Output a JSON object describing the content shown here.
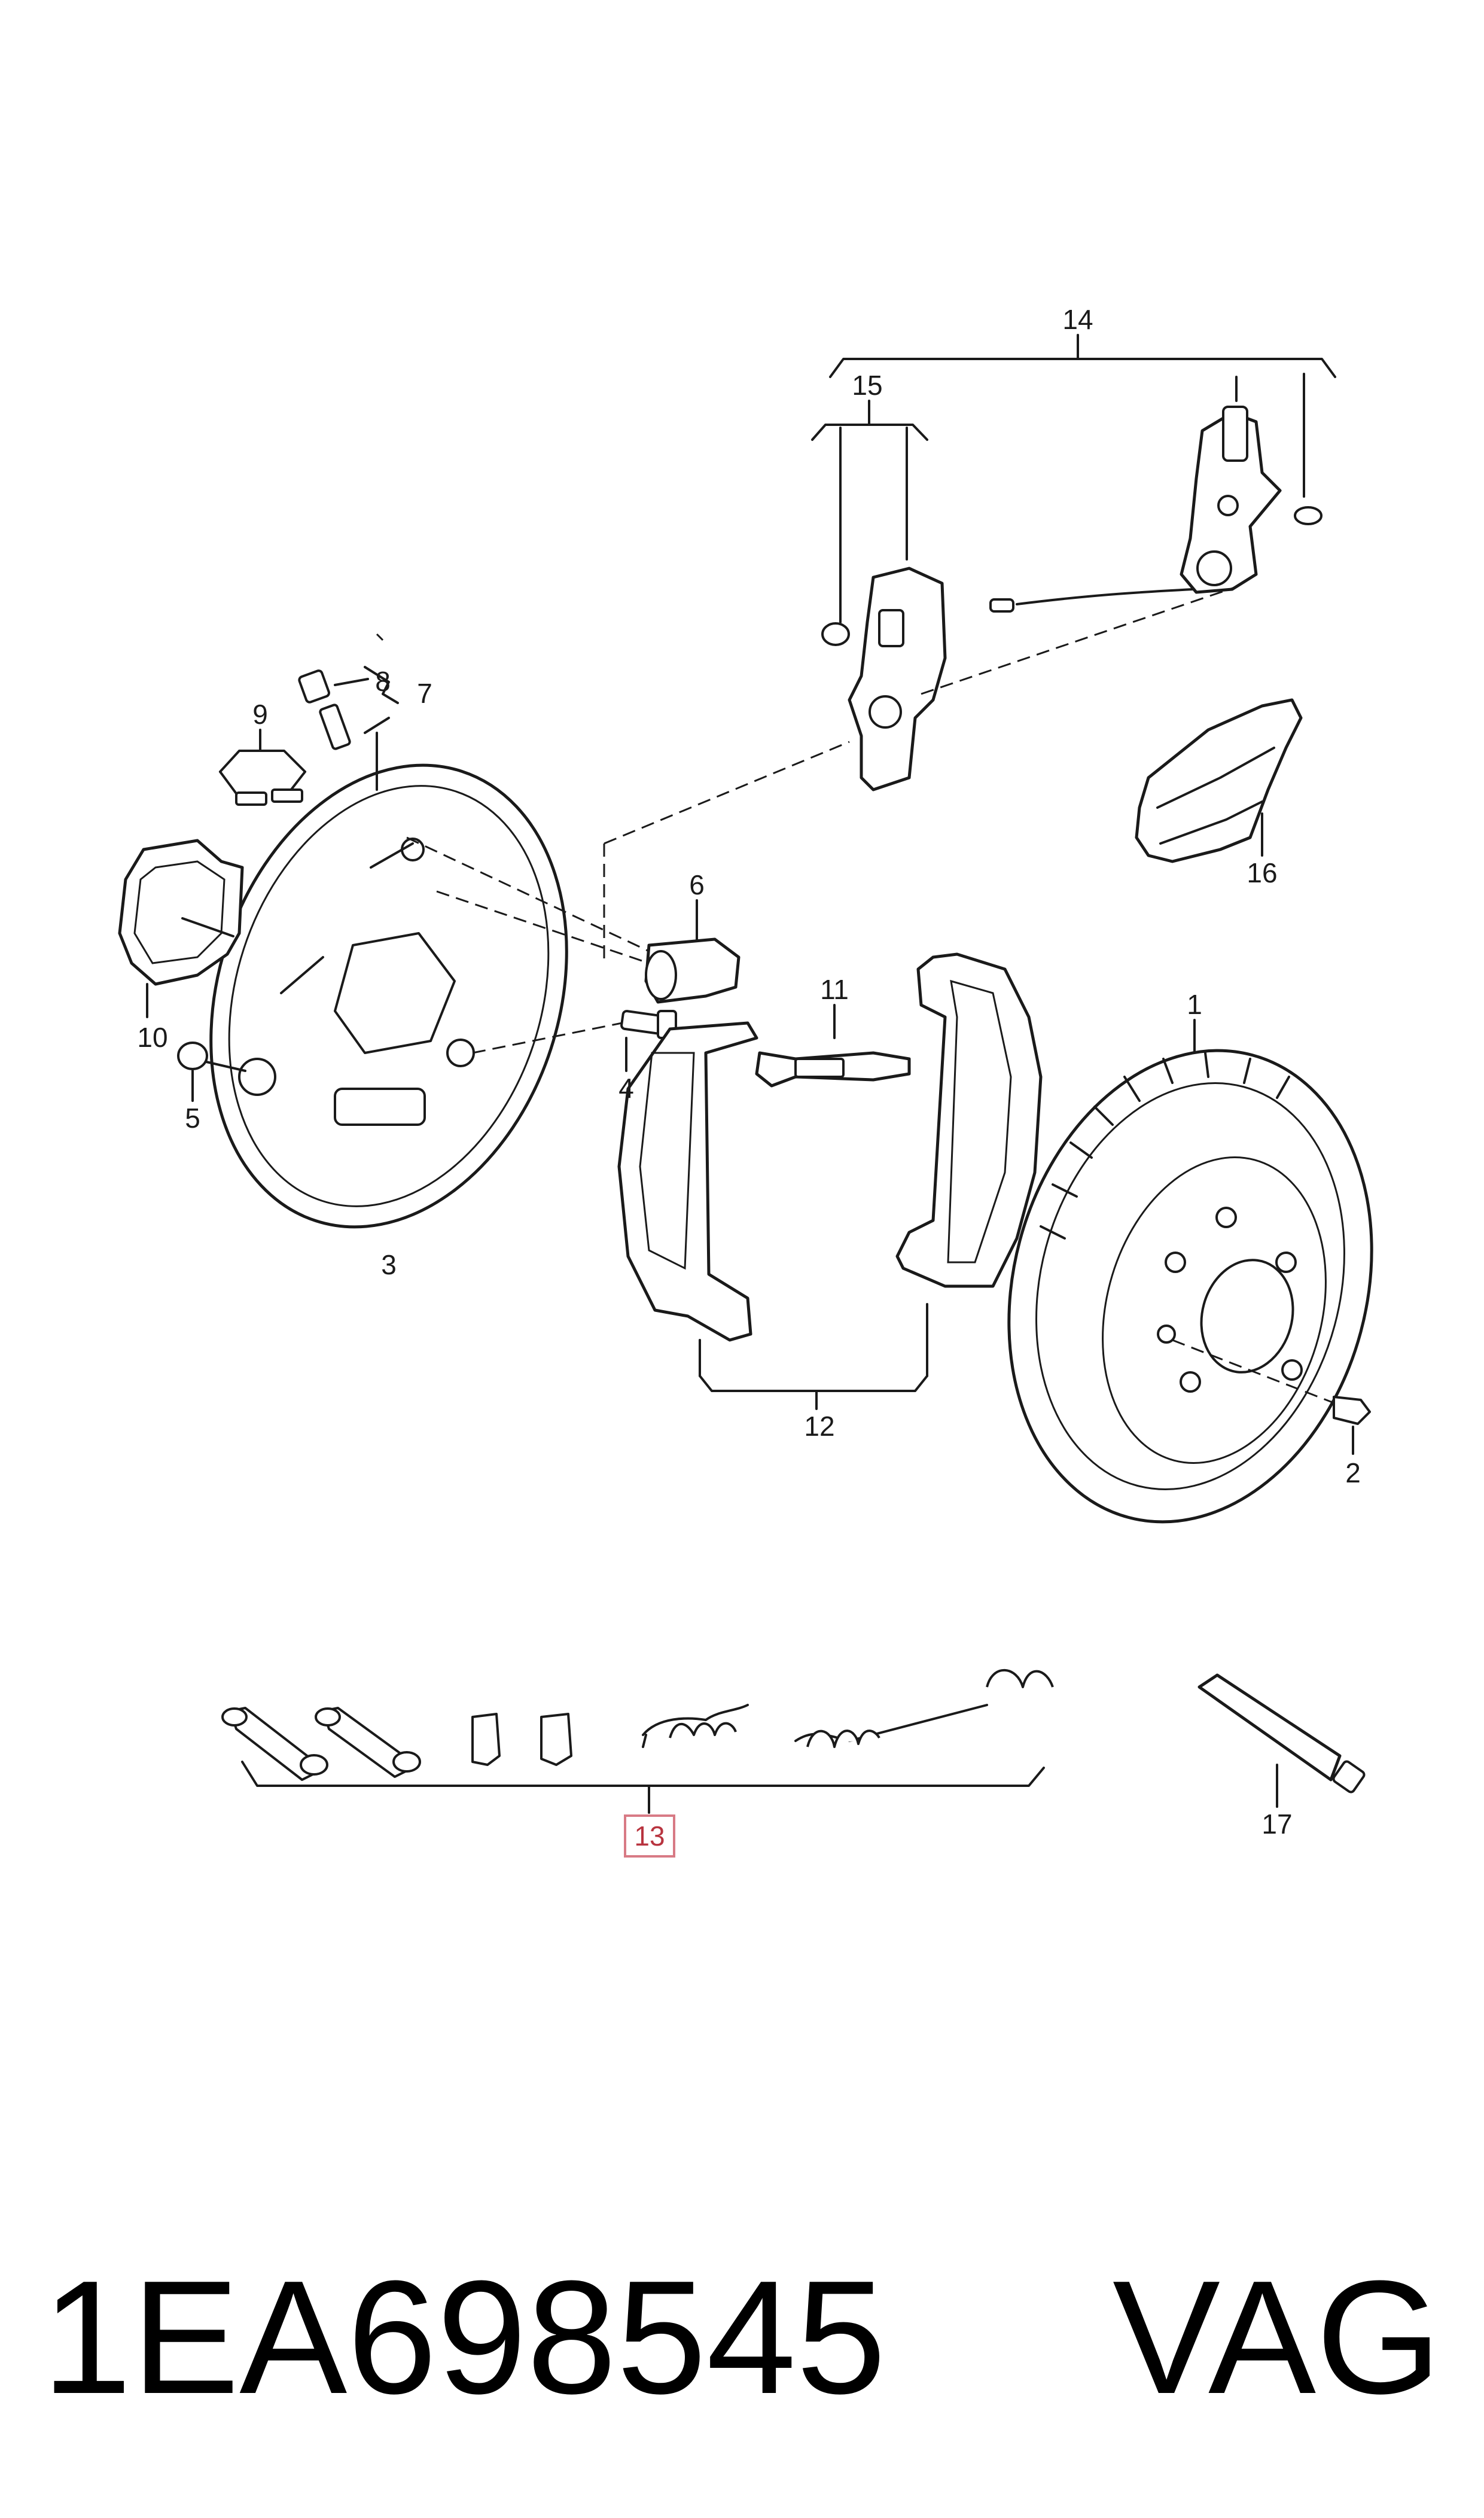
{
  "callouts": {
    "c1": "1",
    "c2": "2",
    "c3": "3",
    "c4": "4",
    "c5": "5",
    "c6": "6",
    "c7": "7",
    "c8": "8",
    "c9": "9",
    "c10": "10",
    "c11": "11",
    "c12": "12",
    "c13": "13",
    "c14": "14",
    "c15": "15",
    "c16": "16",
    "c17": "17"
  },
  "highlight_color": "#d87a85",
  "footer": {
    "part_number": "1EA698545",
    "brand": "VAG"
  }
}
